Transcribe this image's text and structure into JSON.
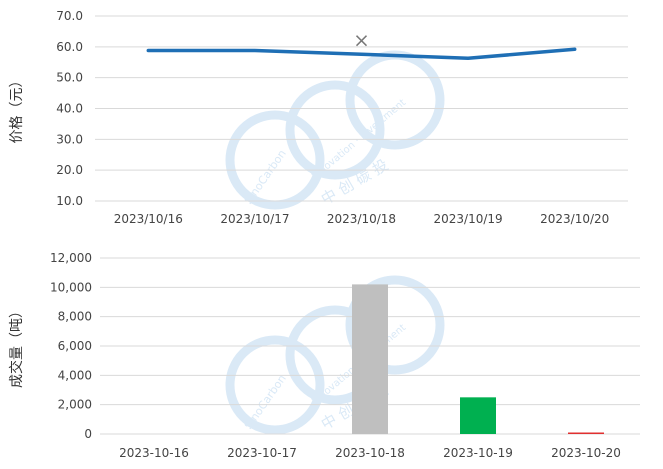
{
  "chart_data": [
    {
      "type": "line",
      "categories": [
        "2023/10/16",
        "2023/10/17",
        "2023/10/18",
        "2023/10/19",
        "2023/10/20"
      ],
      "series": [
        {
          "values": [
            58.8,
            58.8,
            57.6,
            56.3,
            59.2
          ],
          "color": "#1f6fb5"
        }
      ],
      "markers": [
        {
          "category": "2023/10/18",
          "value": 62.0,
          "symbol": "x",
          "color": "#777777"
        }
      ],
      "ylabel": "价格（元）",
      "ylim": [
        10,
        70
      ],
      "yticks": [
        "10.0",
        "20.0",
        "30.0",
        "40.0",
        "50.0",
        "60.0",
        "70.0"
      ],
      "grid": true
    },
    {
      "type": "bar",
      "categories": [
        "2023-10-16",
        "2023-10-17",
        "2023-10-18",
        "2023-10-19",
        "2023-10-20"
      ],
      "values": [
        0,
        0,
        10200,
        2500,
        80
      ],
      "colors": [
        "#bfbfbf",
        "#bfbfbf",
        "#bfbfbf",
        "#00b050",
        "#e03030"
      ],
      "ylabel": "成交量（吨）",
      "ylim": [
        0,
        12000
      ],
      "yticks": [
        "0",
        "2,000",
        "4,000",
        "6,000",
        "8,000",
        "10,000",
        "12,000"
      ],
      "grid": true
    }
  ],
  "watermark": {
    "brand": "SinoCarbon",
    "tagline": "Innovation · Investment",
    "cn": "中 创 碳 投",
    "color": "#d6e7f6"
  }
}
